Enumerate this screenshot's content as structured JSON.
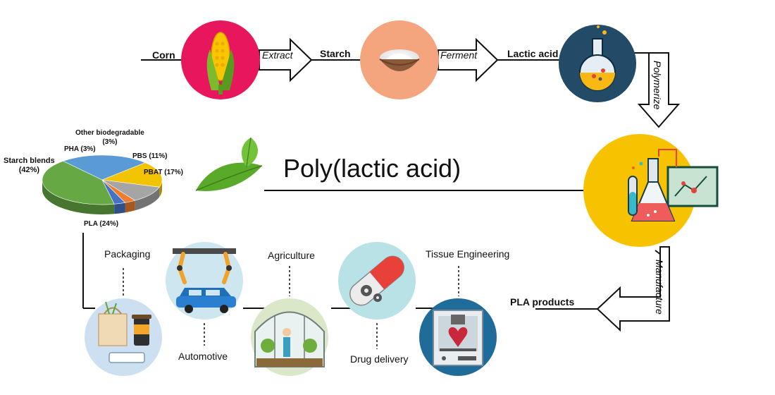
{
  "flow": {
    "corn": "Corn",
    "starch": "Starch",
    "lactic_acid": "Lactic acid",
    "extract": "Extract",
    "ferment": "Ferment",
    "polymerize": "Polymerize",
    "manufacture": "Manufacture",
    "pla_products": "PLA products"
  },
  "title": "Poly(lactic acid)",
  "applications": {
    "packaging": "Packaging",
    "automotive": "Automotive",
    "agriculture": "Agriculture",
    "drug_delivery": "Drug delivery",
    "tissue_engineering": "Tissue Engineering"
  },
  "icons": [
    "corn-icon",
    "starch-bowl-icon",
    "flask-icon",
    "lab-glassware-icon",
    "leaf-icon",
    "packaging-icon",
    "automotive-robot-icon",
    "greenhouse-icon",
    "capsule-icon",
    "3d-printer-icon"
  ],
  "colors": {
    "corn_circle": "#e8175d",
    "starch_circle": "#f4a57e",
    "lactic_circle": "#234a66",
    "pla_circle": "#f7c200",
    "leaf": "#62b32f"
  },
  "chart_data": {
    "type": "pie",
    "slices": [
      {
        "label": "Starch blends\n(42%)",
        "value": 42,
        "color": "#66a844"
      },
      {
        "label": "PLA (24%)",
        "value": 24,
        "color": "#5b9bd5"
      },
      {
        "label": "PBAT (17%)",
        "value": 17,
        "color": "#f2c400"
      },
      {
        "label": "PBS (11%)",
        "value": 11,
        "color": "#a5a5a5"
      },
      {
        "label": "Other biodegradable\n(3%)",
        "value": 3,
        "color": "#ed7d31"
      },
      {
        "label": "PHA (3%)",
        "value": 3,
        "color": "#4472c4"
      }
    ],
    "labels": {
      "starch": "Starch blends",
      "starch_pct": "(42%)",
      "pla": "PLA (24%)",
      "pbat": "PBAT (17%)",
      "pbs": "PBS (11%)",
      "other": "Other biodegradable",
      "other_pct": "(3%)",
      "pha": "PHA (3%)"
    }
  }
}
